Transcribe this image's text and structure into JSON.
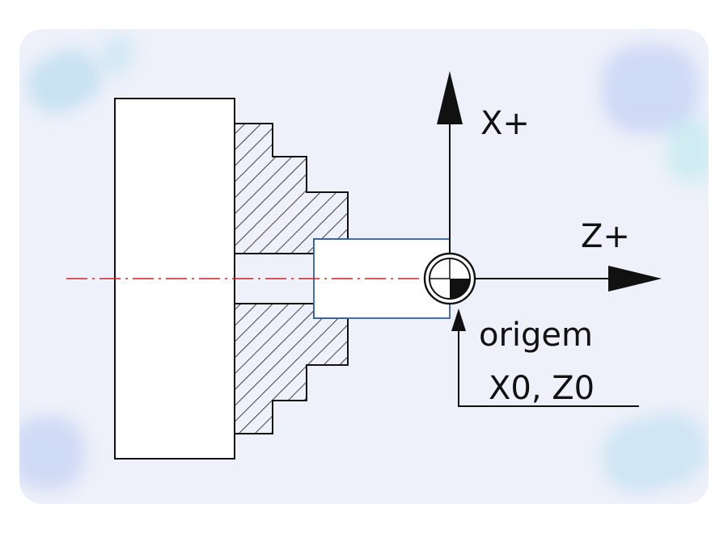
{
  "labels": {
    "x_axis": "X+",
    "z_axis": "Z+",
    "origin_line1": "origem",
    "origin_line2": "X0, Z0"
  },
  "colors": {
    "background": "#eef1fa",
    "outline": "#111111",
    "workpiece_outline": "#2f5fb3",
    "centerline": "#d22222"
  },
  "icons": {
    "origin_marker": "origin-quadrant-circle-icon"
  }
}
